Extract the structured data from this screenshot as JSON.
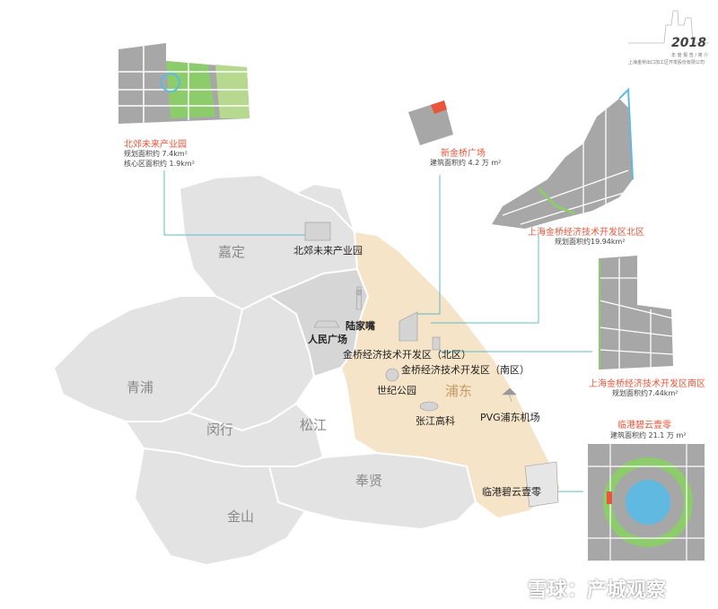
{
  "brand": {
    "year": "2018",
    "sub1": "年 度 报 告 / 简 介",
    "sub2": "上海金桥出口加工区开发股份有限公司"
  },
  "districts": {
    "jiading": "嘉定",
    "qingpu": "青浦",
    "minhang": "闵行",
    "songjiang": "松江",
    "fengxian": "奉贤",
    "jinshan": "金山",
    "pudong": "浦东"
  },
  "pois": {
    "beijiao": "北郊未来产业园",
    "lujiazui": "陆家嘴",
    "renmin": "人民广场",
    "jinqiao_north": "金桥经济技术开发区（北区）",
    "jinqiao_south": "金桥经济技术开发区（南区）",
    "century_park": "世纪公园",
    "zhangjiang": "张江高科",
    "pvg": "PVG浦东机场",
    "lingang": "临港碧云壹零"
  },
  "insets": {
    "beijiao": {
      "title": "北郊未来产业园",
      "note1": "规划面积约 7.4km²",
      "note2": "核心区面积约 1.9km²"
    },
    "xinjinqiao": {
      "title": "新金桥广场",
      "note": "建筑面积约 4.2 万 m²"
    },
    "north": {
      "title": "上海金桥经济技术开发区北区",
      "note": "规划面积约19.94km²"
    },
    "south": {
      "title": "上海金桥经济技术开发区南区",
      "note": "规划面积约7.44km²"
    },
    "lingang": {
      "title": "临港碧云壹零",
      "note": "建筑面积约 21.1 万 m²"
    }
  },
  "watermark": "雪球：产城观察",
  "colors": {
    "district_fill": "#e3e3e3",
    "district_border": "#ffffff",
    "pudong_fill": "#f5e4c8",
    "leader_line": "#5bbcc4",
    "accent": "#e8553a",
    "block_grey": "#a7a7a7",
    "park_green": "#8ccc6b",
    "road_blue": "#5fb9e0"
  }
}
